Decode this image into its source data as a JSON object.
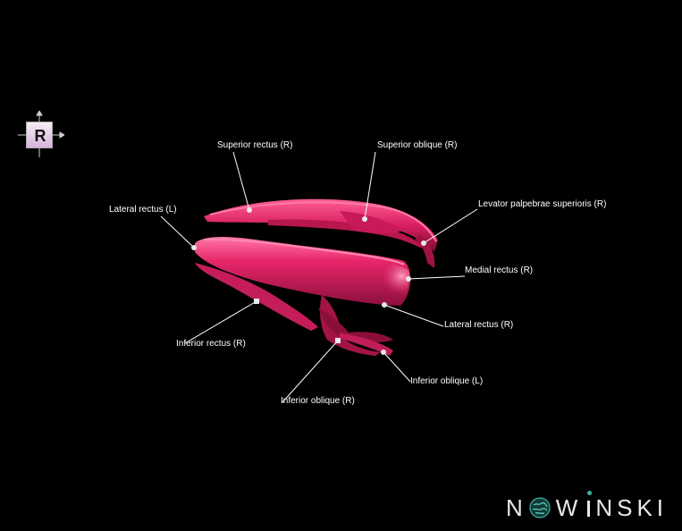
{
  "orientation": {
    "letter": "R"
  },
  "labels": [
    {
      "id": "superior-rectus-r",
      "text": "Superior rectus (R)"
    },
    {
      "id": "superior-oblique-r",
      "text": "Superior oblique (R)"
    },
    {
      "id": "lateral-rectus-l",
      "text": "Lateral rectus (L)"
    },
    {
      "id": "levator-palpebrae-r",
      "text": "Levator palpebrae superioris (R)"
    },
    {
      "id": "medial-rectus-r",
      "text": "Medial rectus (R)"
    },
    {
      "id": "lateral-rectus-r",
      "text": "Lateral rectus (R)"
    },
    {
      "id": "inferior-rectus-r",
      "text": "Inferior rectus (R)"
    },
    {
      "id": "inferior-oblique-l",
      "text": "Inferior oblique (L)"
    },
    {
      "id": "inferior-oblique-r",
      "text": "Inferior oblique (R)"
    }
  ],
  "logo": {
    "left": "N",
    "mid": "W",
    "right": "NSKI",
    "o_letter": "O"
  },
  "colors": {
    "background": "#000000",
    "muscle": "#e0286a",
    "muscle_dark": "#8a1038",
    "muscle_light": "#ff6fa0",
    "leader": "#ffffff"
  }
}
